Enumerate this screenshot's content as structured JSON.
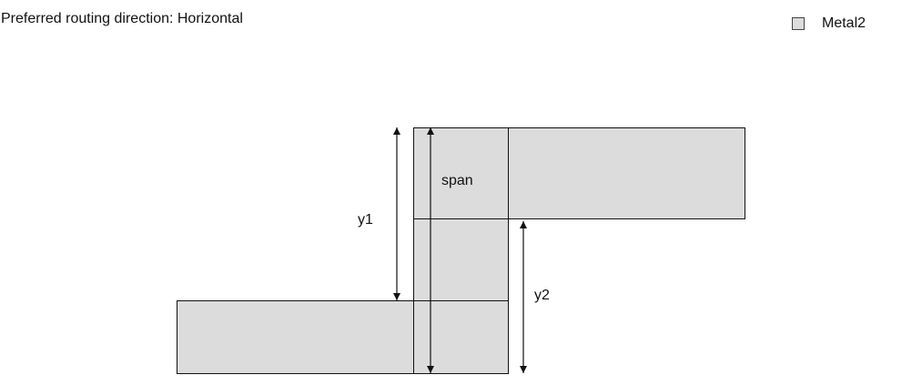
{
  "title": "Preferred routing direction: Horizontal",
  "legend": {
    "label": "Metal2",
    "color": "#dcdcdc"
  },
  "diagram": {
    "labels": {
      "span": "span",
      "y1": "y1",
      "y2": "y2"
    },
    "shape_fill": "#dcdcdc",
    "stroke": "#111111"
  }
}
